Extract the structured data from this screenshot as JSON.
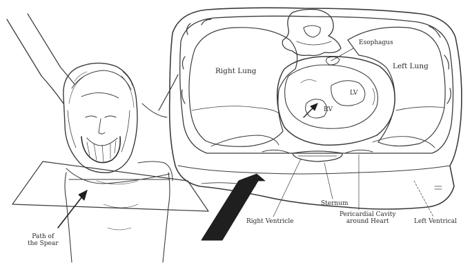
{
  "labels": {
    "esophagus": "Esophagus",
    "right_lung": "Right Lung",
    "left_lung": "Left Lung",
    "lv": "LV",
    "rv": "RV",
    "sternum": "Sternum",
    "right_ventricle": "Right Ventricle",
    "pericardial_line1": "Pericardial Cavity",
    "pericardial_line2": "around Heart",
    "left_ventrical": "Left Ventrical",
    "spear_line1": "Path of",
    "spear_line2": "the Spear"
  }
}
